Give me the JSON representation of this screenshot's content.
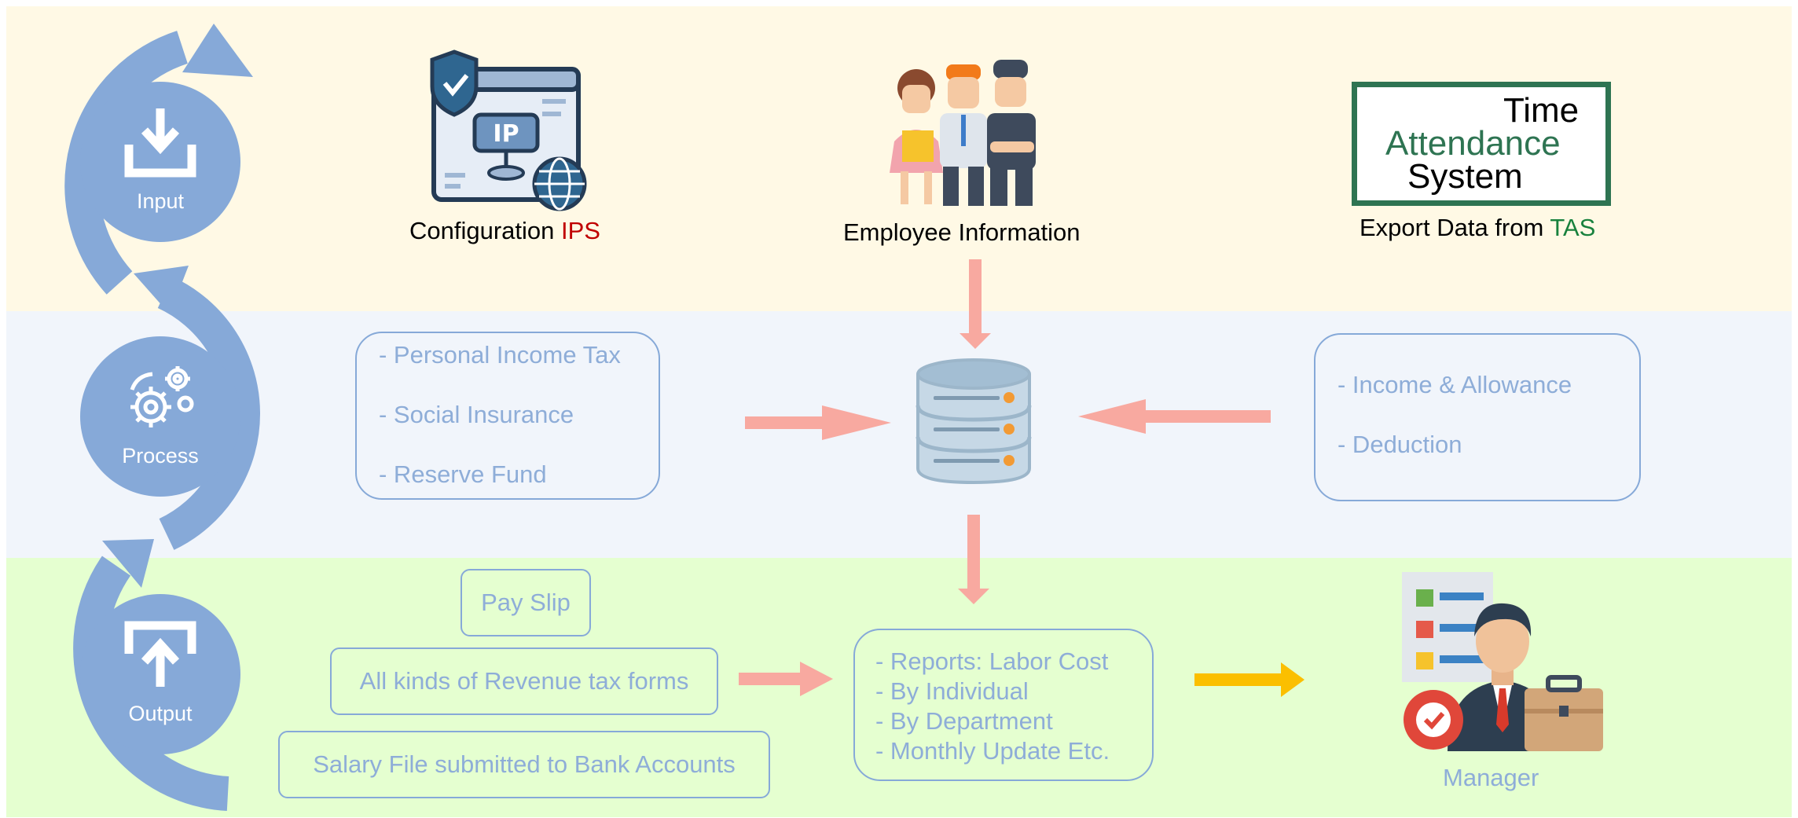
{
  "stages": {
    "input": "Input",
    "process": "Process",
    "output": "Output"
  },
  "input_row": {
    "config": {
      "prefix": "Configuration ",
      "highlight": "IPS"
    },
    "employee": "Employee Information",
    "tas_logo": {
      "line1": "Time",
      "line2": "Attendance",
      "line3": "System"
    },
    "export": {
      "prefix": "Export Data from ",
      "highlight": "TAS"
    }
  },
  "process_row": {
    "left_items": [
      "- Personal Income Tax",
      "- Social Insurance",
      "- Reserve Fund"
    ],
    "right_items": [
      "- Income & Allowance",
      "- Deduction"
    ]
  },
  "output_row": {
    "pay_slip": "Pay Slip",
    "tax_forms": "All kinds of Revenue tax forms",
    "salary_file": "Salary File submitted to Bank Accounts",
    "reports": [
      "- Reports: Labor Cost",
      "- By Individual",
      "- By Department",
      "- Monthly Update Etc."
    ],
    "manager": "Manager"
  },
  "colors": {
    "input_band": "#fff9e5",
    "process_band": "#f1f5fb",
    "output_band": "#e5ffd0",
    "cycle_blue": "#86a9d8",
    "flow_arrow": "#f8a9a0",
    "manager_arrow": "#fbbf00",
    "ips_red": "#c00000",
    "tas_green": "#18813d"
  }
}
